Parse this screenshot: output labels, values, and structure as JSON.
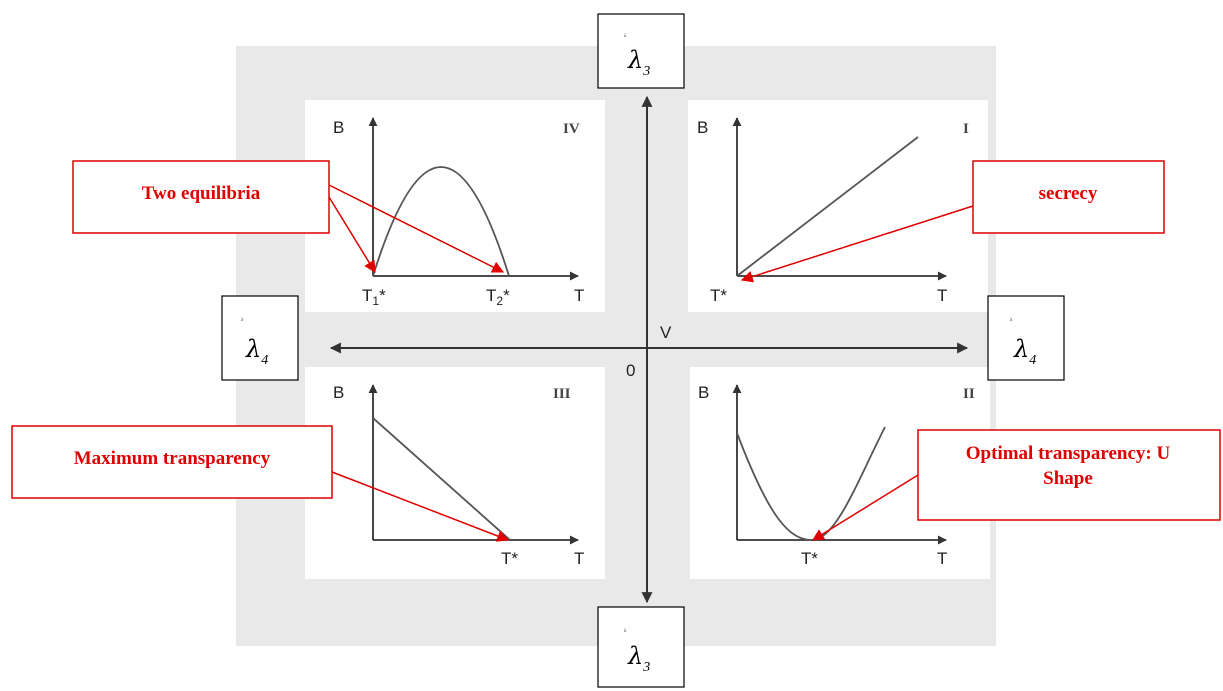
{
  "colors": {
    "panel_background": "#e9e9e9",
    "quadrant_background": "#ffffff",
    "curve": "#555555",
    "axis": "#333333",
    "callout": "#e00000"
  },
  "center_axes": {
    "v_label": "V",
    "origin_label": "0",
    "top_box": {
      "symbol": "λ",
      "subscript": "3",
      "tiny": "λ"
    },
    "bottom_box": {
      "symbol": "λ",
      "subscript": "3",
      "tiny": "λ"
    },
    "left_box": {
      "symbol": "λ",
      "subscript": "4",
      "tiny": "λ"
    },
    "right_box": {
      "symbol": "λ",
      "subscript": "4",
      "tiny": "λ"
    }
  },
  "quadrants": {
    "iv": {
      "roman": "IV",
      "y_label": "B",
      "x_label": "T",
      "tick_1": "T",
      "tick_1_sub": "1",
      "tick_1_star": "*",
      "tick_2": "T",
      "tick_2_sub": "2",
      "tick_2_star": "*"
    },
    "i": {
      "roman": "I",
      "y_label": "B",
      "x_label": "T",
      "tick": "T*"
    },
    "iii": {
      "roman": "III",
      "y_label": "B",
      "x_label": "T",
      "tick": "T*"
    },
    "ii": {
      "roman": "II",
      "y_label": "B",
      "x_label": "T",
      "tick": "T*"
    }
  },
  "callouts": {
    "two_equilibria": "Two equilibria",
    "secrecy": "secrecy",
    "maximum_transparency": "Maximum transparency",
    "optimal_line1": "Optimal transparency: U",
    "optimal_line2": "Shape"
  }
}
